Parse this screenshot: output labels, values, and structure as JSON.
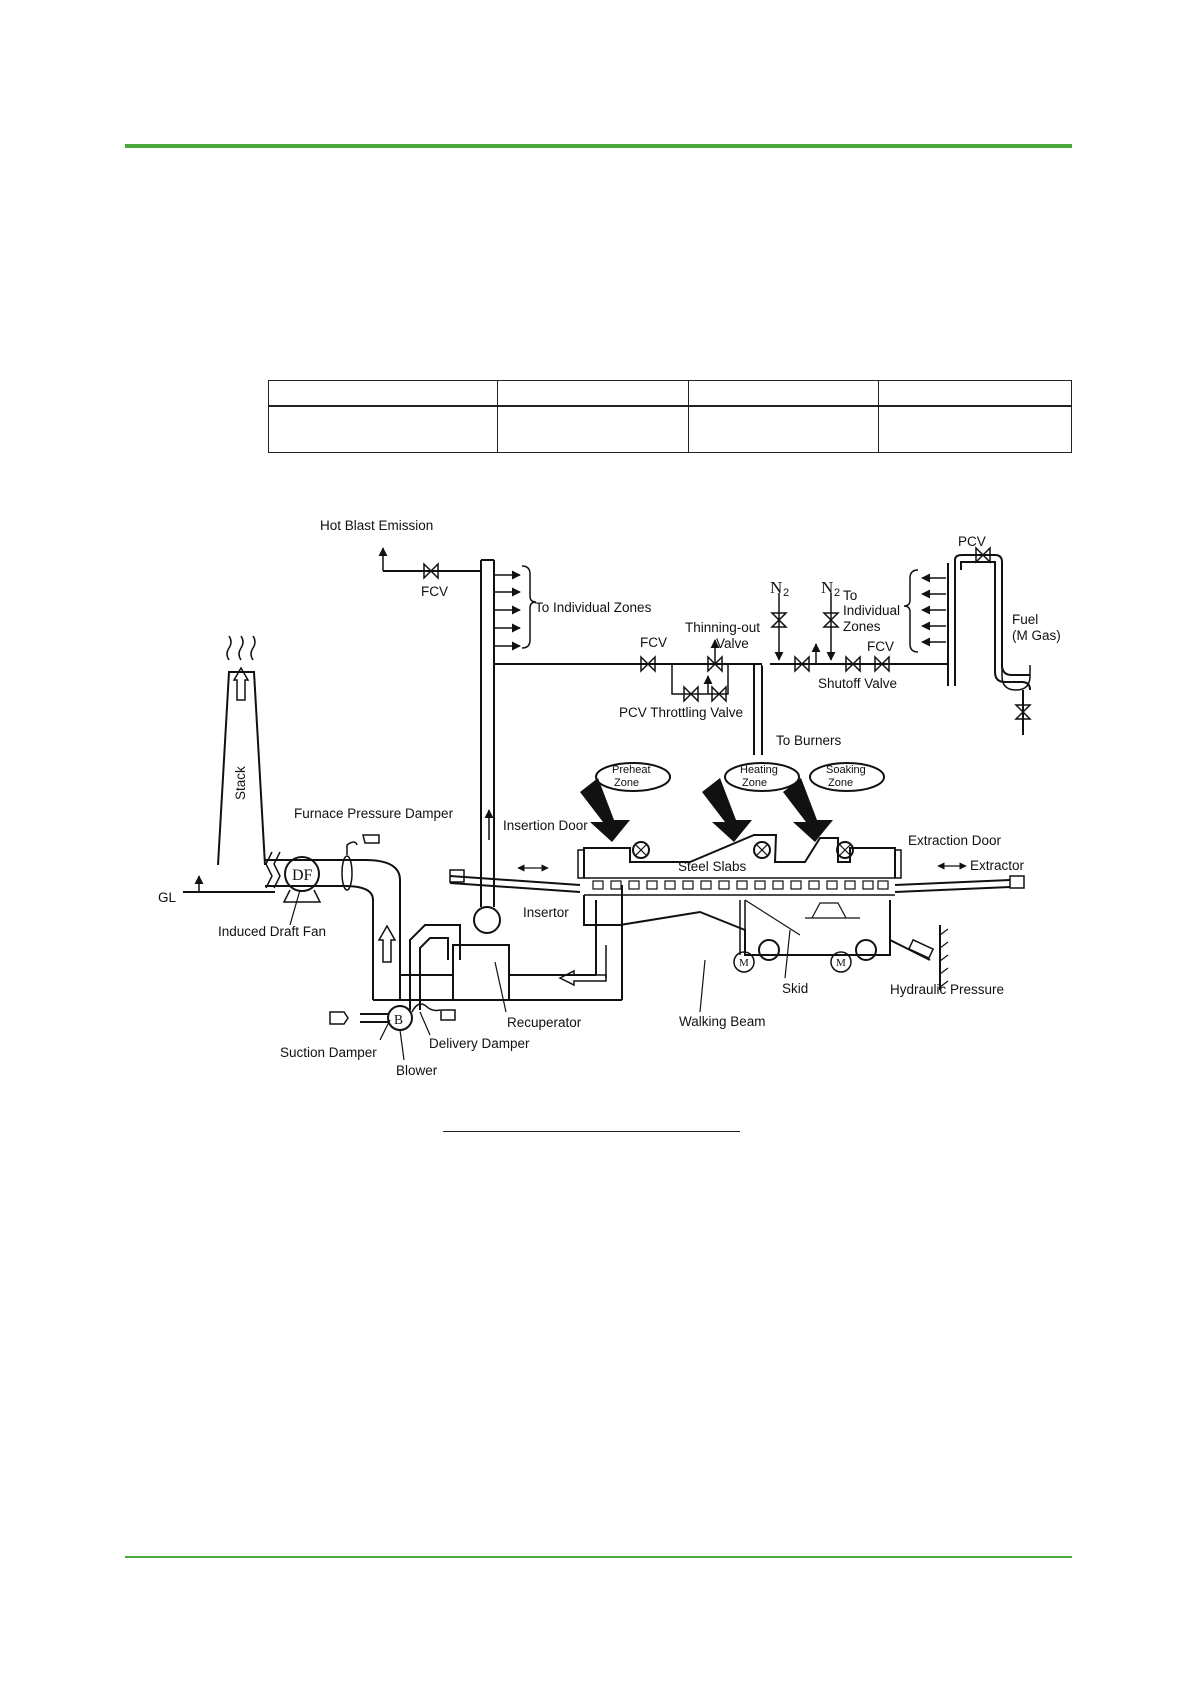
{
  "figure": {
    "labels": {
      "hot_blast_emission": "Hot Blast Emission",
      "fcv_air": "FCV",
      "to_individual_zones_air": "To Individual Zones",
      "fcv_fuel": "FCV",
      "thinning_out_valve_1": "Thinning-out",
      "thinning_out_valve_2": "Valve",
      "n2_left": "N",
      "n2_left_sub": "2",
      "n2_right": "N",
      "n2_right_sub": "2",
      "to_individual_zones_fuel_1": "To",
      "to_individual_zones_fuel_2": "Individual",
      "to_individual_zones_fuel_3": "Zones",
      "fcv_right": "FCV",
      "pcv_top": "PCV",
      "fuel_1": "Fuel",
      "fuel_2": "(M Gas)",
      "shutoff_valve": "Shutoff Valve",
      "pcv_throttling_valve": "PCV Throttling Valve",
      "to_burners": "To Burners",
      "preheat_zone_1": "Preheat",
      "preheat_zone_2": "Zone",
      "heating_zone_1": "Heating",
      "heating_zone_2": "Zone",
      "soaking_zone_1": "Soaking",
      "soaking_zone_2": "Zone",
      "stack": "Stack",
      "furnace_pressure_damper": "Furnace Pressure Damper",
      "insertion_door": "Insertion Door",
      "extraction_door": "Extraction Door",
      "steel_slabs": "Steel Slabs",
      "extractor": "Extractor",
      "gl": "GL",
      "df": "DF",
      "induced_draft_fan": "Induced Draft Fan",
      "insertor": "Insertor",
      "recuperator": "Recuperator",
      "walking_beam": "Walking Beam",
      "skid": "Skid",
      "hydraulic_pressure": "Hydraulic Pressure",
      "motor_1": "M",
      "motor_2": "M",
      "blower_symbol": "B",
      "suction_damper": "Suction Damper",
      "delivery_damper": "Delivery Damper",
      "blower": "Blower"
    }
  }
}
